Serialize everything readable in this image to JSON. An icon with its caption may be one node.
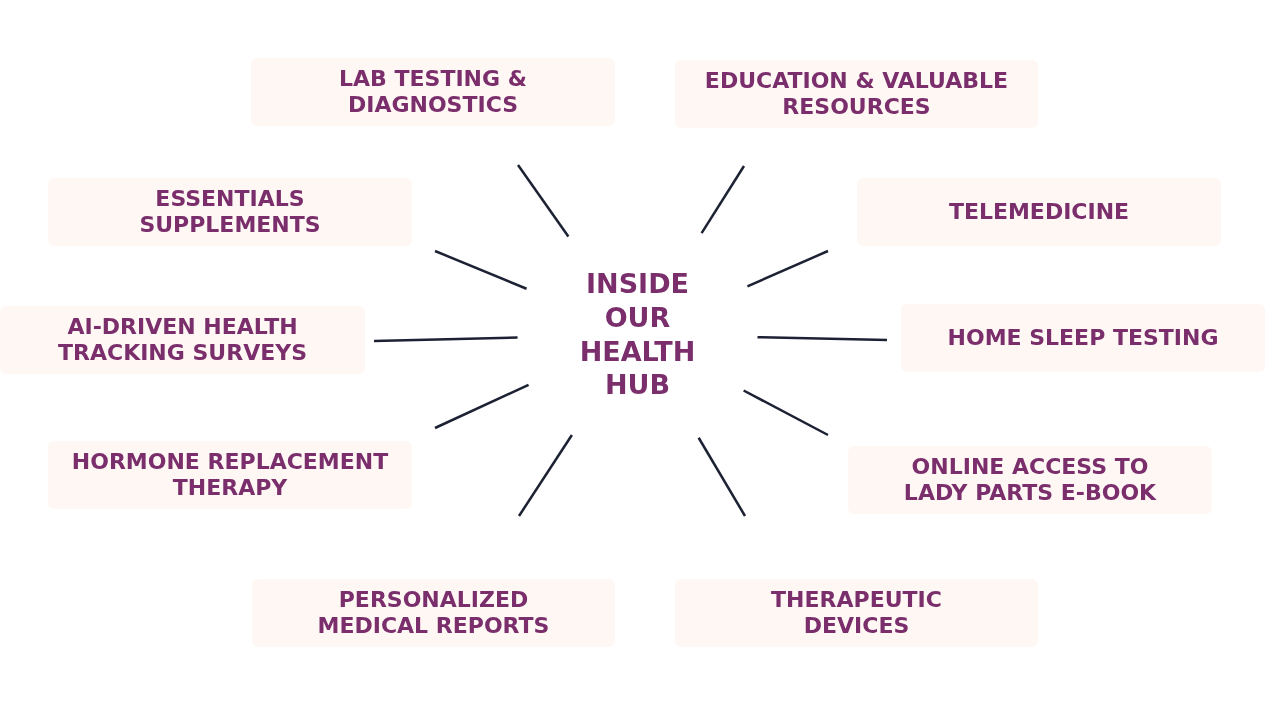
{
  "diagram": {
    "nodes": [
      {
        "text": [
          "INSIDE OUR HEALTH HUB"
        ]
      },
      {
        "text": [
          "LAB TESTING & DIAGNOSTICS"
        ]
      },
      {
        "text": [
          "EDUCATION & VALUABLE RESOURCES"
        ]
      },
      {
        "text": [
          "ESSENTIALS SUPPLEMENTS"
        ]
      },
      {
        "text": [
          "TELEMEDICINE"
        ]
      },
      {
        "text": [
          "AI-DRIVEN HEALTH TRACKING SURVEYS"
        ]
      },
      {
        "text": [
          "HOME SLEEP TESTING"
        ]
      },
      {
        "text": [
          "HORMONE REPLACEMENT THERAPY"
        ]
      },
      {
        "text": [
          "ONLINE ACCESS TO LADY PARTS E-BOOK"
        ]
      },
      {
        "text": [
          "PERSONALIZED MEDICAL REPORTS"
        ]
      },
      {
        "text": [
          "THERAPEUTIC DEVICES"
        ]
      }
    ],
    "edges": [
      {
        "from": 0,
        "to": 1,
        "arrow": "none"
      },
      {
        "from": 0,
        "to": 2,
        "arrow": "none"
      },
      {
        "from": 0,
        "to": 3,
        "arrow": "none"
      },
      {
        "from": 0,
        "to": 4,
        "arrow": "none"
      },
      {
        "from": 0,
        "to": 5,
        "arrow": "none"
      },
      {
        "from": 0,
        "to": 6,
        "arrow": "none"
      },
      {
        "from": 0,
        "to": 7,
        "arrow": "none"
      },
      {
        "from": 0,
        "to": 8,
        "arrow": "none"
      },
      {
        "from": 0,
        "to": 9,
        "arrow": "none"
      },
      {
        "from": 0,
        "to": 10,
        "arrow": "none"
      }
    ]
  }
}
